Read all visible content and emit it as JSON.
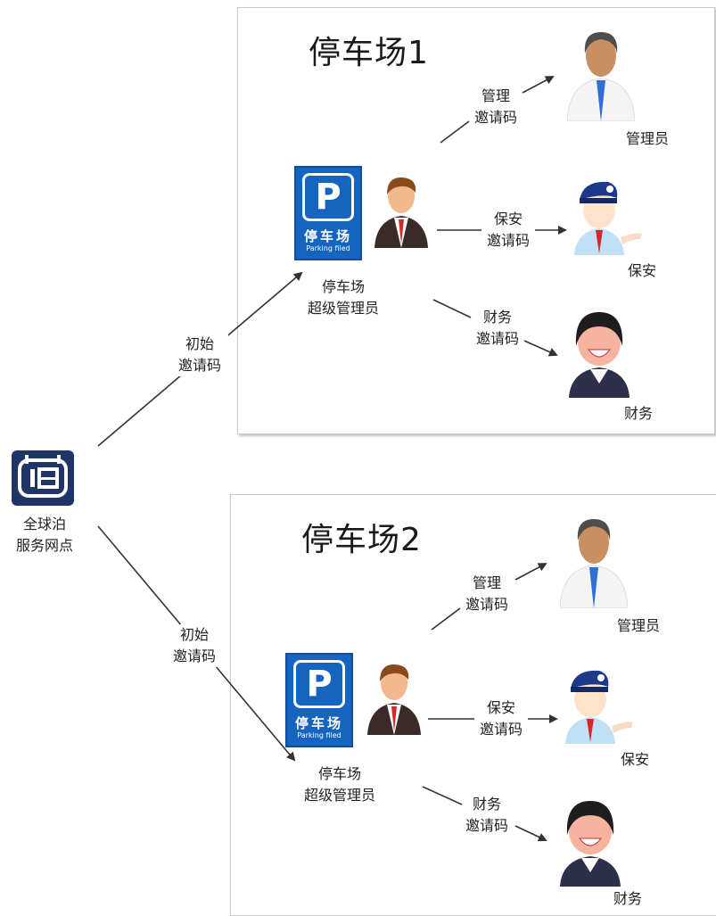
{
  "service_point": {
    "line1": "全球泊",
    "line2": "服务网点"
  },
  "lots": [
    {
      "title": "停车场1",
      "sign": {
        "letter": "P",
        "cn": "停车场",
        "en": "Parking filed"
      },
      "super_admin": {
        "line1": "停车场",
        "line2": "超级管理员"
      },
      "init_code": {
        "line1": "初始",
        "line2": "邀请码"
      },
      "manager_code": {
        "line1": "管理",
        "line2": "邀请码"
      },
      "guard_code": {
        "line1": "保安",
        "line2": "邀请码"
      },
      "finance_code": {
        "line1": "财务",
        "line2": "邀请码"
      },
      "manager_label": "管理员",
      "guard_label": "保安",
      "finance_label": "财务"
    },
    {
      "title": "停车场2",
      "sign": {
        "letter": "P",
        "cn": "停车场",
        "en": "Parking filed"
      },
      "super_admin": {
        "line1": "停车场",
        "line2": "超级管理员"
      },
      "init_code": {
        "line1": "初始",
        "line2": "邀请码"
      },
      "manager_code": {
        "line1": "管理",
        "line2": "邀请码"
      },
      "guard_code": {
        "line1": "保安",
        "line2": "邀请码"
      },
      "finance_code": {
        "line1": "财务",
        "line2": "邀请码"
      },
      "manager_label": "管理员",
      "guard_label": "保安",
      "finance_label": "财务"
    }
  ],
  "colors": {
    "sign_blue": "#1565c0",
    "logo_navy": "#1f3566",
    "arrow": "#333333"
  },
  "icons": [
    "parking-sign-icon",
    "globalpark-logo-icon",
    "super-admin-avatar-icon",
    "manager-avatar-icon",
    "guard-avatar-icon",
    "finance-avatar-icon"
  ]
}
